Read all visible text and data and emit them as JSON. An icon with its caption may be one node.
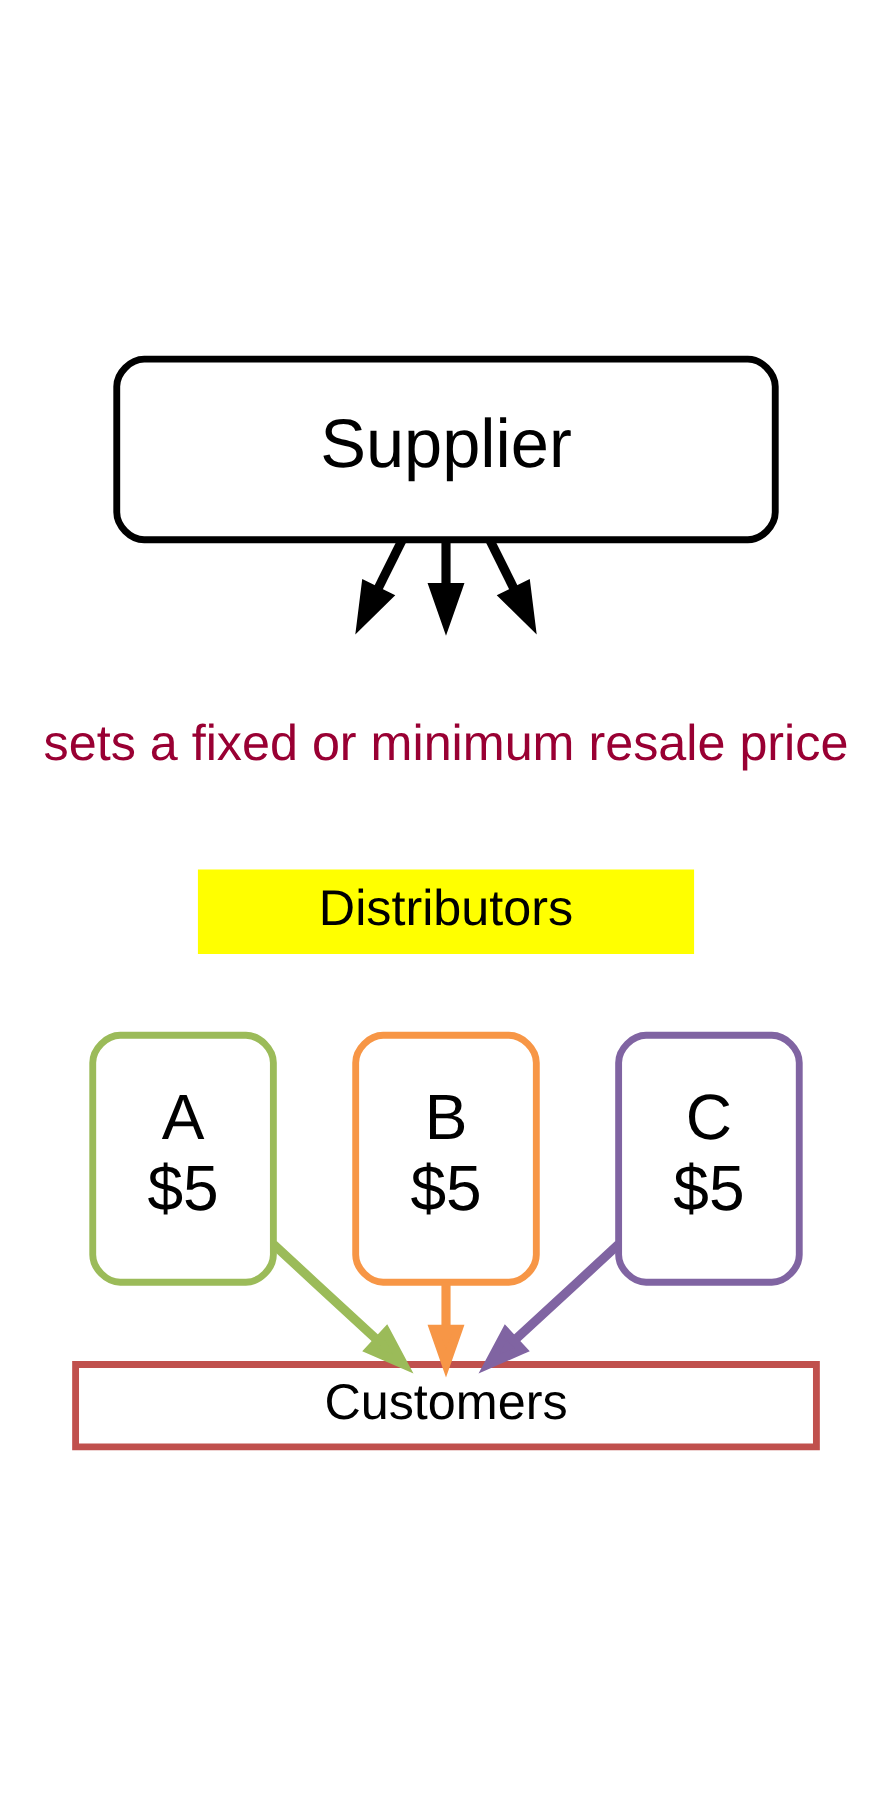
{
  "diagram": {
    "nodes": [
      {
        "text": [
          "Supplier"
        ]
      },
      {
        "text": [
          "Distributors"
        ]
      },
      {
        "text": [
          "A",
          "$5"
        ]
      },
      {
        "text": [
          "B",
          "$5"
        ]
      },
      {
        "text": [
          "C",
          "$5"
        ]
      },
      {
        "text": [
          "Customers"
        ]
      }
    ],
    "edges": [
      {
        "from": 0,
        "to": null,
        "arrow": "to"
      },
      {
        "from": 0,
        "to": null,
        "arrow": "to"
      },
      {
        "from": 0,
        "to": null,
        "arrow": "to"
      },
      {
        "from": 2,
        "to": 5,
        "arrow": "to",
        "color": "#9bbb59"
      },
      {
        "from": 3,
        "to": 5,
        "arrow": "to",
        "color": "#f79646"
      },
      {
        "from": 4,
        "to": 5,
        "arrow": "to",
        "color": "#8064a2"
      }
    ],
    "labels": [
      "sets a fixed or minimum resale price"
    ]
  }
}
